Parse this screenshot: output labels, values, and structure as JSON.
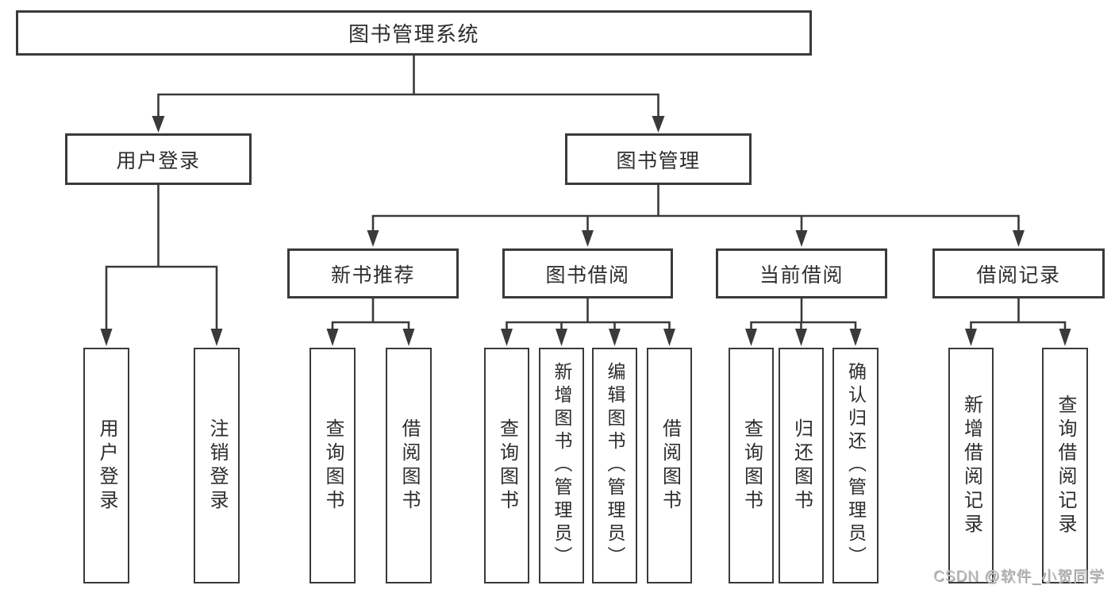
{
  "diagram": {
    "root_label": "图书管理系统",
    "level1": [
      {
        "label": "用户登录"
      },
      {
        "label": "图书管理"
      }
    ],
    "level2": [
      {
        "label": "新书推荐"
      },
      {
        "label": "图书借阅"
      },
      {
        "label": "当前借阅"
      },
      {
        "label": "借阅记录"
      }
    ],
    "leaves_login": [
      {
        "label": "用户登录"
      },
      {
        "label": "注销登录"
      }
    ],
    "leaves_newbook": [
      {
        "label": "查询图书"
      },
      {
        "label": "借阅图书"
      }
    ],
    "leaves_borrow": [
      {
        "label": "查询图书"
      },
      {
        "label": "新增图书（管理员）"
      },
      {
        "label": "编辑图书（管理员）"
      },
      {
        "label": "借阅图书"
      }
    ],
    "leaves_current": [
      {
        "label": "查询图书"
      },
      {
        "label": "归还图书"
      },
      {
        "label": "确认归还（管理员）"
      }
    ],
    "leaves_records": [
      {
        "label": "新增借阅记录"
      },
      {
        "label": "查询借阅记录"
      }
    ],
    "watermark": "CSDN @软件_小贺同学",
    "colors": {
      "line": "#3a3a3a",
      "box_fill": "#ffffff",
      "text": "#2d2d2d",
      "watermark": "#bdbdbd"
    }
  }
}
